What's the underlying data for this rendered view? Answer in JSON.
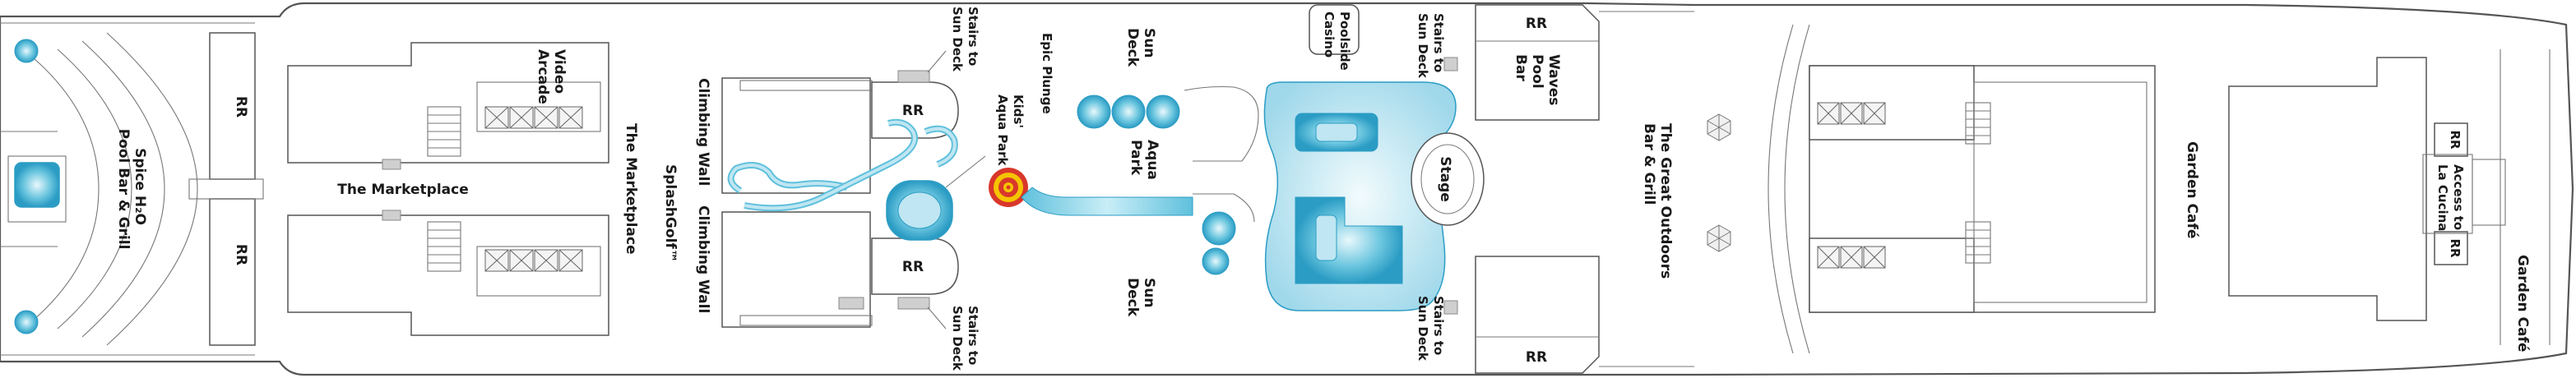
{
  "labels": {
    "spice_h2o": [
      "Spice H₂O",
      "Pool Bar & Grill"
    ],
    "marketplace_h": "The Marketplace",
    "marketplace_v": "The Marketplace",
    "video_arcade": [
      "Video",
      "Arcade"
    ],
    "rr": "RR",
    "climbing_wall": "Climbing Wall",
    "splashgolf": "SplashGolf™",
    "stairs_sun_deck": [
      "Stairs to",
      "Sun Deck"
    ],
    "kids_aqua_park": [
      "Kids'",
      "Aqua Park"
    ],
    "epic_plunge": "Epic Plunge",
    "sun_deck": [
      "Sun",
      "Deck"
    ],
    "aqua_park": [
      "Aqua",
      "Park"
    ],
    "poolside_casino": [
      "Poolside",
      "Casino"
    ],
    "waves_pool_bar": [
      "Waves",
      "Pool",
      "Bar"
    ],
    "stage": "Stage",
    "great_outdoors": [
      "The Great Outdoors",
      "Bar & Grill"
    ],
    "garden_cafe": "Garden Café",
    "access_la_cucina": [
      "Access to",
      "La Cucina"
    ]
  },
  "colors": {
    "pool_light": "#bfe6f2",
    "pool_mid": "#6cc6df",
    "pool_dark": "#2b9cc4",
    "plunge_red": "#d9372b",
    "plunge_yellow": "#f5c400",
    "stair_grey": "#cfcfcf"
  },
  "icons": [
    "hot-tub-icon",
    "epic-plunge-target-icon",
    "umbrella-icon",
    "stairs-icon"
  ]
}
